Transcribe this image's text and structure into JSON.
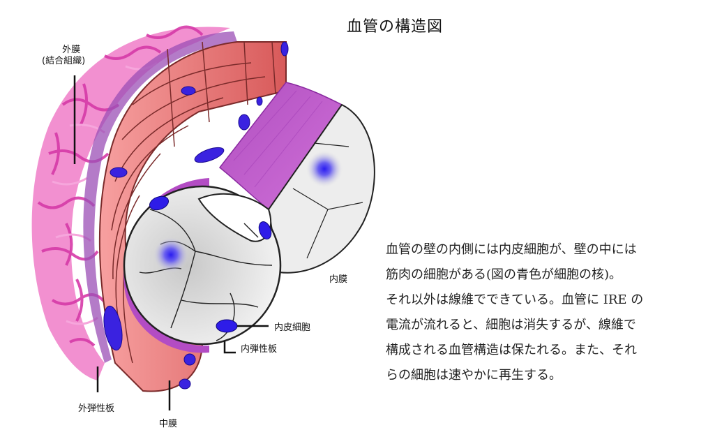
{
  "title": "血管の構造図",
  "labels": {
    "adventitia_line1": "外膜",
    "adventitia_line2": "(結合組織)",
    "intima": "内膜",
    "endothelial_cell": "内皮細胞",
    "internal_elastic_lamina": "内弾性板",
    "external_elastic_lamina": "外弾性板",
    "media": "中膜"
  },
  "description": [
    "血管の壁の内側には内皮細胞が、壁の中には",
    "筋肉の細胞がある(図の青色が細胞の核)。",
    "それ以外は線維でできている。血管に IRE の",
    "電流が流れると、細胞は消失するが、線維で",
    "構成される血管構造は保たれる。また、それ",
    "らの細胞は速やかに再生する。"
  ],
  "colors": {
    "adventitia": "#e055b8",
    "media": "#f08a8a",
    "internal_elastic": "#c050c8",
    "nucleus": "#3020e0",
    "endothelium": "#e6e6e6"
  }
}
